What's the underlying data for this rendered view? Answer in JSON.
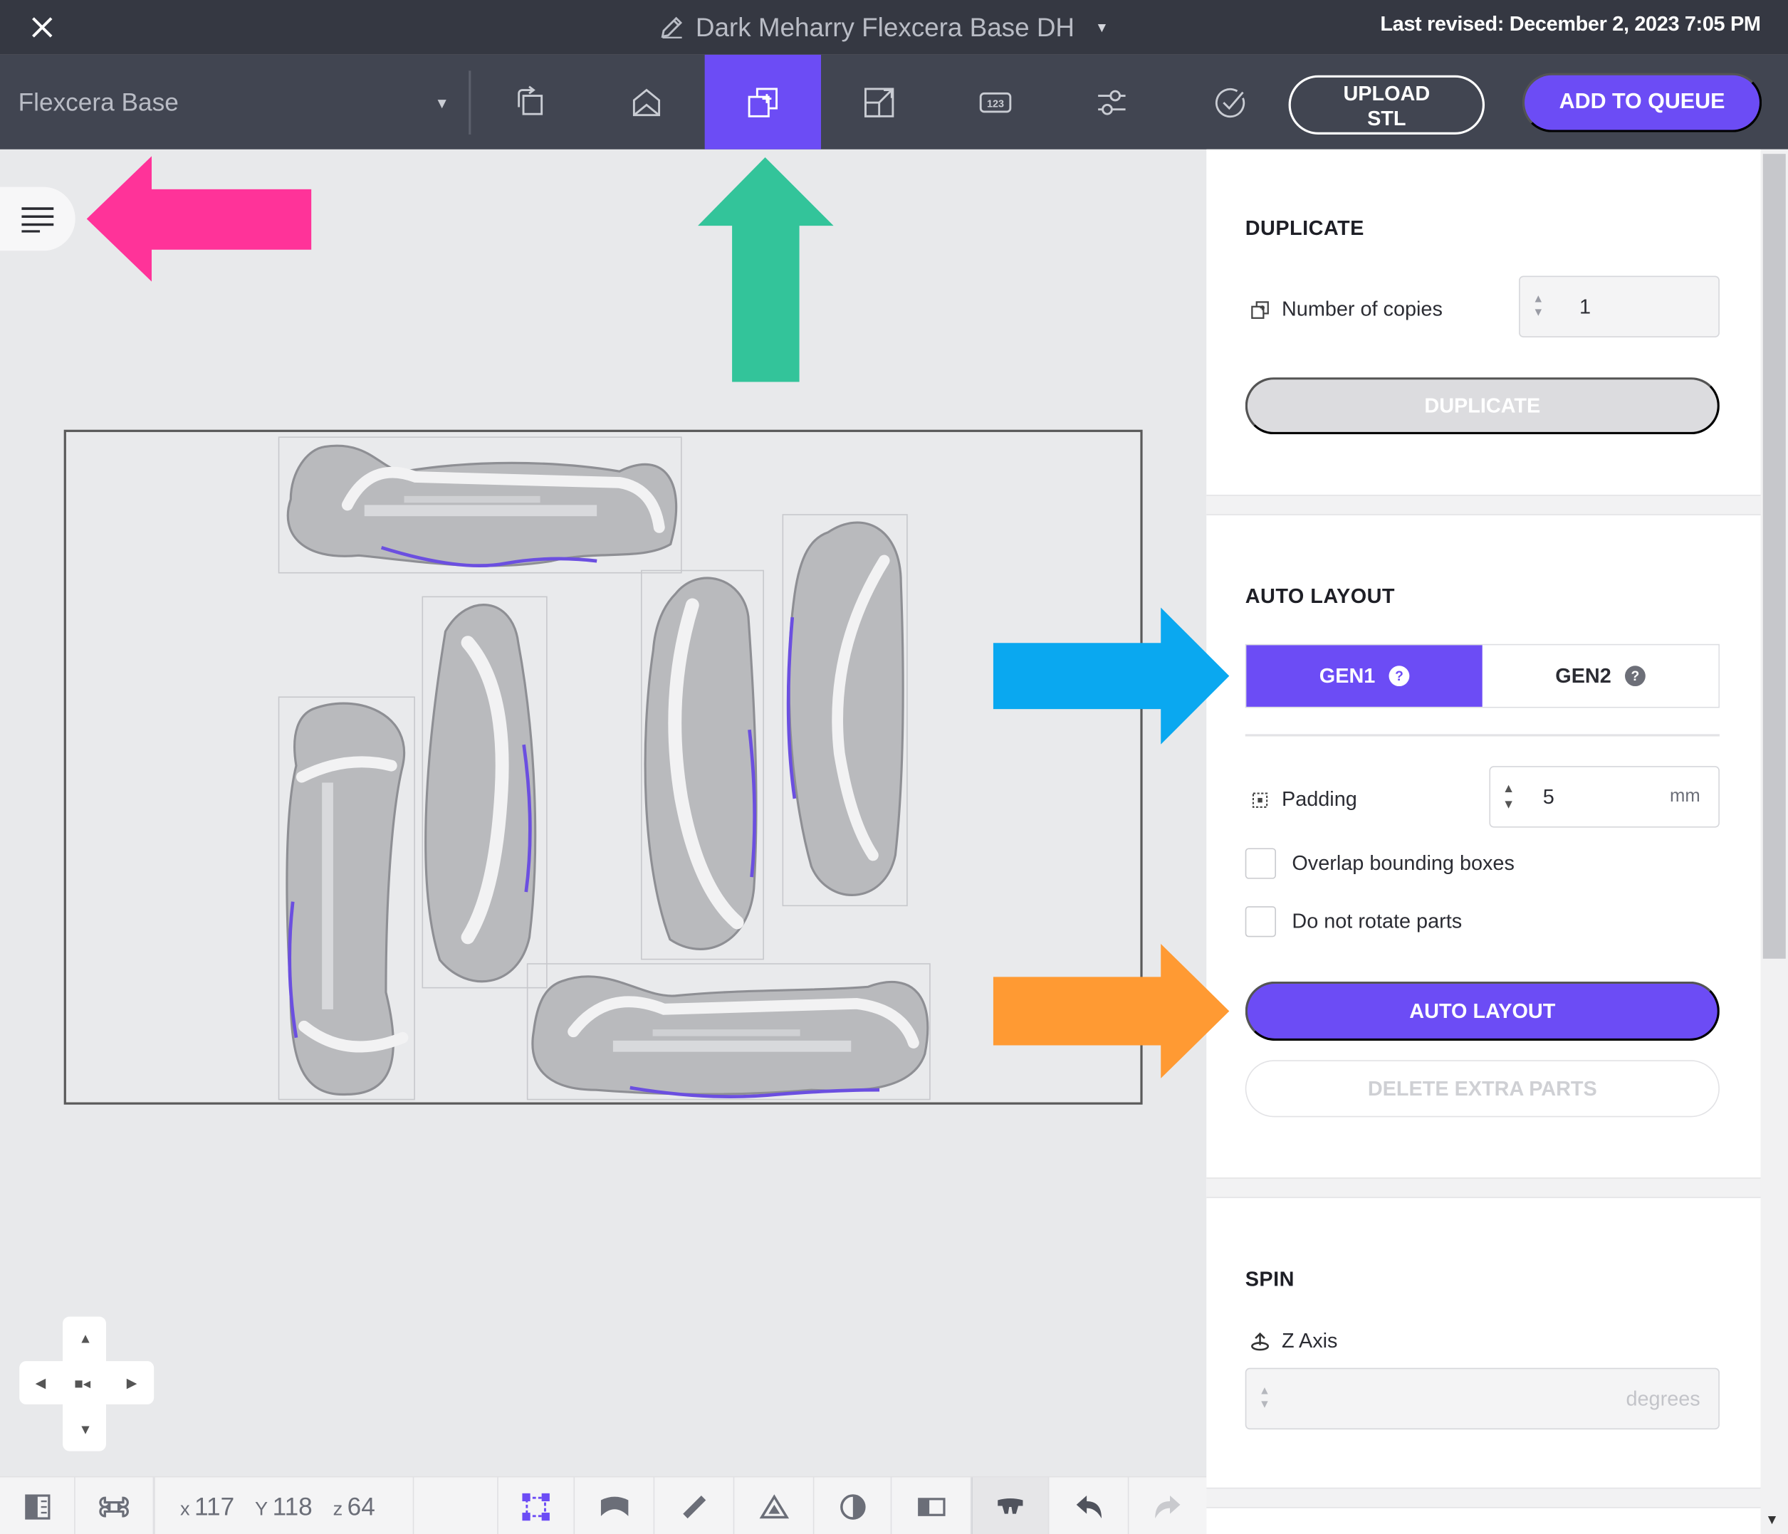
{
  "titlebar": {
    "document_title": "Dark Meharry Flexcera Base DH",
    "last_revised": "Last revised: December 2, 2023 7:05 PM"
  },
  "toolbar": {
    "material": "Flexcera Base",
    "tools": [
      "orient-icon",
      "support-icon",
      "duplicate-icon",
      "scale-icon",
      "label-123-icon",
      "settings-sliders-icon",
      "validate-icon"
    ],
    "active_tool": "duplicate-icon",
    "upload_label_line1": "UPLOAD",
    "upload_label_line2": "STL",
    "queue_label": "ADD TO QUEUE"
  },
  "viewport": {
    "coords": {
      "x_label": "x",
      "x": "117",
      "y_label": "Y",
      "y": "118",
      "z_label": "z",
      "z": "64"
    }
  },
  "panel": {
    "duplicate": {
      "heading": "DUPLICATE",
      "copies_label": "Number of copies",
      "copies_value": "1",
      "button": "DUPLICATE"
    },
    "auto_layout": {
      "heading": "AUTO LAYOUT",
      "gen1": "GEN1",
      "gen2": "GEN2",
      "help": "?",
      "padding_label": "Padding",
      "padding_value": "5",
      "padding_unit": "mm",
      "overlap_label": "Overlap bounding boxes",
      "norotate_label": "Do not rotate parts",
      "button": "AUTO LAYOUT",
      "delete_button": "DELETE EXTRA PARTS"
    },
    "spin": {
      "heading": "SPIN",
      "axis_label": "Z Axis",
      "degrees_placeholder": "degrees"
    }
  },
  "colors": {
    "accent": "#6c4cf5",
    "titlebar": "#353842",
    "toolbar": "#414551",
    "annotation_pink": "#ff3399",
    "annotation_green": "#33c49a",
    "annotation_blue": "#0aa8f0",
    "annotation_orange": "#ff9a33"
  }
}
